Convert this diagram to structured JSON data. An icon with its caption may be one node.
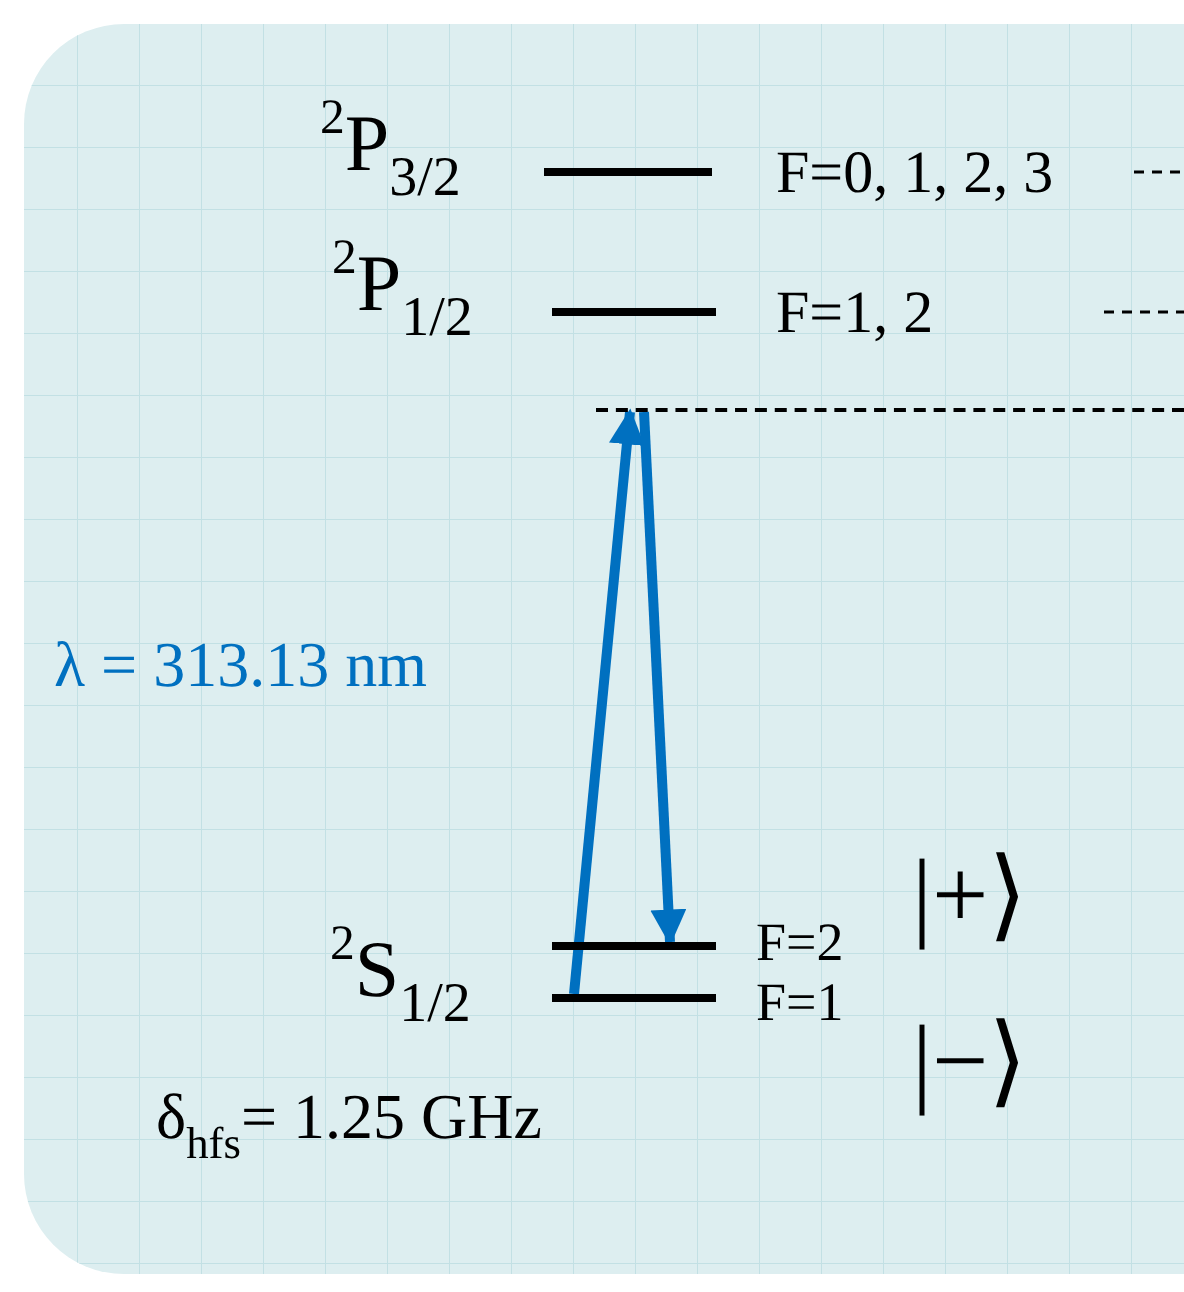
{
  "diagram": {
    "nodes": [
      {
        "text": [],
        "shape": "bar",
        "beside": [
          "$^{2}$P$_{3/2}$",
          "F=0, 1, 2, 3"
        ]
      },
      {
        "text": [],
        "shape": "bar",
        "beside": [
          "$^{2}$P$_{1/2}$",
          "F=1, 2"
        ]
      },
      {
        "text": [],
        "shape": "line"
      },
      {
        "text": [],
        "shape": "bar",
        "beside": [
          "F=2"
        ]
      },
      {
        "text": [],
        "shape": "bar",
        "beside": [
          "F=1"
        ]
      }
    ],
    "edges": [
      {
        "from": 4,
        "to": 2,
        "arrow": "to"
      },
      {
        "from": 2,
        "to": 3,
        "arrow": "to"
      }
    ],
    "labels": [
      "$^{2}$S$_{1/2}$",
      "λ = 313.13 nm",
      "δ$_{hfs}$= 1.25 GHz",
      "|+⟩",
      "|−⟩"
    ]
  }
}
